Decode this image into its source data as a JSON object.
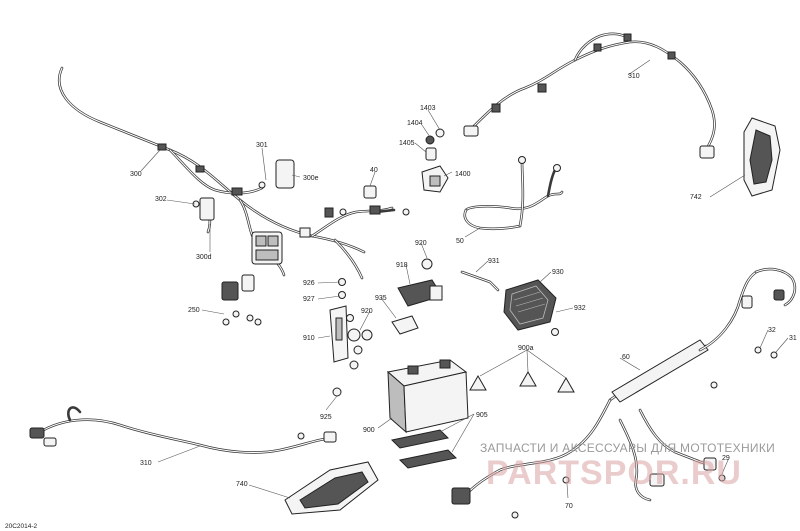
{
  "diagram": {
    "reference_code": "20C2014-2",
    "callouts": [
      {
        "id": "300",
        "text": "300"
      },
      {
        "id": "301",
        "text": "301"
      },
      {
        "id": "300e",
        "text": "300e"
      },
      {
        "id": "302",
        "text": "302"
      },
      {
        "id": "300d",
        "text": "300d"
      },
      {
        "id": "250",
        "text": "250"
      },
      {
        "id": "40",
        "text": "40"
      },
      {
        "id": "1403",
        "text": "1403"
      },
      {
        "id": "1404",
        "text": "1404"
      },
      {
        "id": "1405",
        "text": "1405"
      },
      {
        "id": "1400",
        "text": "1400"
      },
      {
        "id": "310-top",
        "text": "310"
      },
      {
        "id": "742",
        "text": "742"
      },
      {
        "id": "50",
        "text": "50"
      },
      {
        "id": "920-a",
        "text": "920"
      },
      {
        "id": "918",
        "text": "918"
      },
      {
        "id": "926",
        "text": "926"
      },
      {
        "id": "927",
        "text": "927"
      },
      {
        "id": "935",
        "text": "935"
      },
      {
        "id": "920-b",
        "text": "920"
      },
      {
        "id": "910",
        "text": "910"
      },
      {
        "id": "931",
        "text": "931"
      },
      {
        "id": "930",
        "text": "930"
      },
      {
        "id": "932",
        "text": "932"
      },
      {
        "id": "900a",
        "text": "900a"
      },
      {
        "id": "60",
        "text": "60"
      },
      {
        "id": "32",
        "text": "32"
      },
      {
        "id": "31",
        "text": "31"
      },
      {
        "id": "925",
        "text": "925"
      },
      {
        "id": "900",
        "text": "900"
      },
      {
        "id": "905",
        "text": "905"
      },
      {
        "id": "310-bottom",
        "text": "310"
      },
      {
        "id": "740",
        "text": "740"
      },
      {
        "id": "70",
        "text": "70"
      },
      {
        "id": "29",
        "text": "29"
      }
    ]
  },
  "watermark": {
    "tagline": "ЗАПЧАСТИ И АКСЕССУАРЫ ДЛЯ МОТОТЕХНИКИ",
    "logo": "PARTSPOR.RU"
  }
}
